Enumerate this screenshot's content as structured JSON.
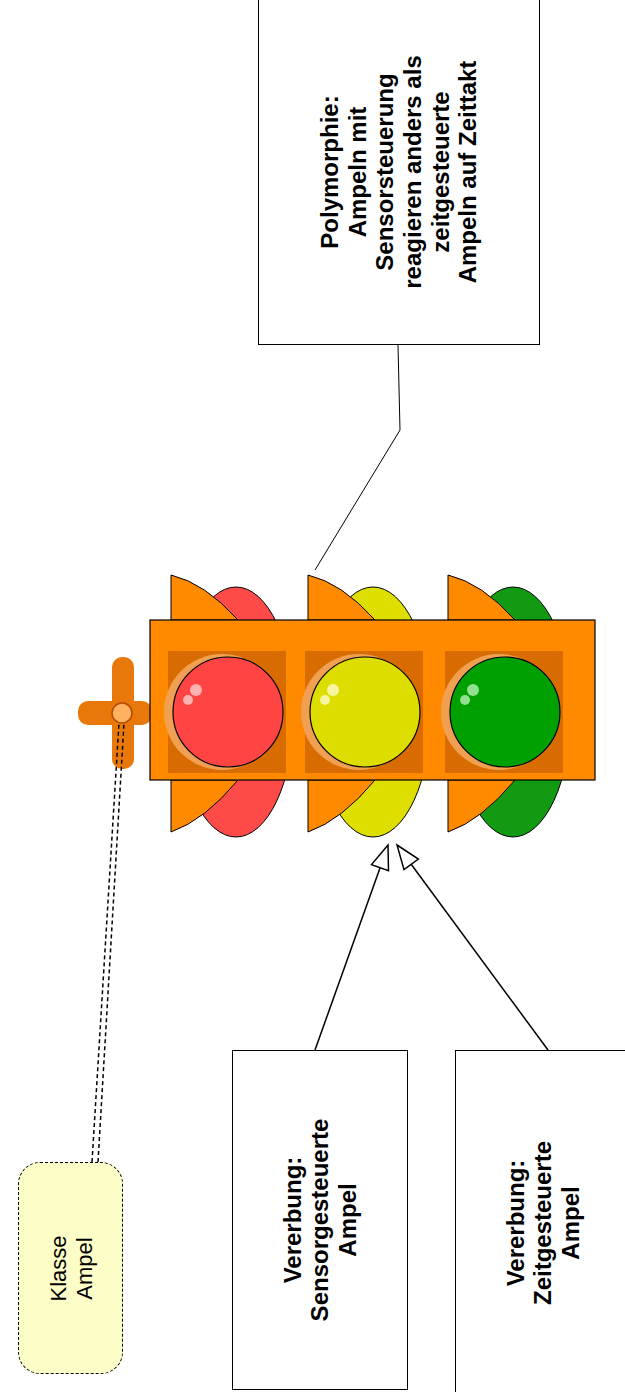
{
  "diagram": {
    "nodes": [
      {
        "text": [
          "Klasse Ampel"
        ]
      },
      {
        "text": [
          "Vererbung:",
          "Sensorgesteuerte Ampel"
        ]
      },
      {
        "text": [
          "Vererbung:",
          "Zeitgesteuerte Ampel"
        ]
      },
      {
        "text": [
          "Polymorphie:",
          "Ampeln mit Sensorsteuerung reagieren anders als zeitgesteuerte Ampeln auf Zeittakt"
        ]
      }
    ]
  }
}
